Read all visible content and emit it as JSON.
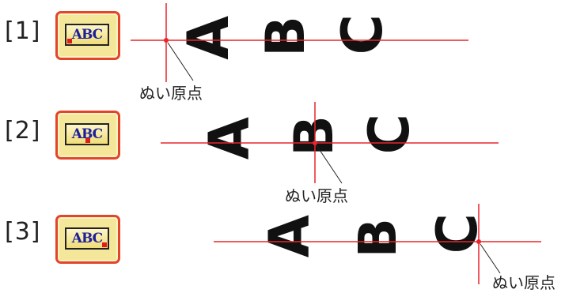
{
  "rows": [
    {
      "label": "[1]",
      "button_text": "ABC",
      "origin_label": "ぬい原点",
      "origin_position": "left"
    },
    {
      "label": "[2]",
      "button_text": "ABC",
      "origin_label": "ぬい原点",
      "origin_position": "center"
    },
    {
      "label": "[3]",
      "button_text": "ABC",
      "origin_label": "ぬい原点",
      "origin_position": "right"
    }
  ],
  "glyph_letters": [
    "A",
    "B",
    "C"
  ],
  "colors": {
    "crosshair": "#e8262c",
    "button_border": "#e2452a",
    "button_fill": "#f4e79a",
    "button_text": "#1b1f9a",
    "marker": "#e01b1b",
    "glyph": "#111111"
  }
}
